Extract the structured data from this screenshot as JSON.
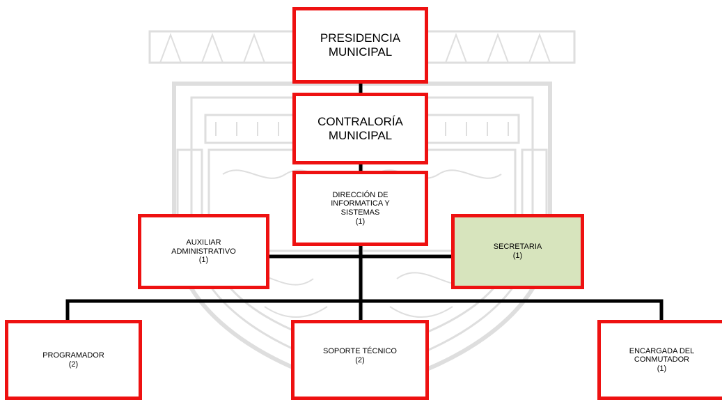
{
  "colors": {
    "border": "#ee1111",
    "highlight": "#d7e4bd",
    "connector": "#000000",
    "watermark": "#b9b9b9"
  },
  "watermark_icon": "coat-of-arms-watermark",
  "nodes": {
    "presidencia": "PRESIDENCIA\nMUNICIPAL",
    "contraloria": "CONTRALORÍA\nMUNICIPAL",
    "direccion": "DIRECCIÓN DE\nINFORMATICA Y\nSISTEMAS\n(1)",
    "auxiliar": "AUXILIAR\nADMINISTRATIVO\n(1)",
    "secretaria": "SECRETARIA\n(1)",
    "programador": "PROGRAMADOR\n(2)",
    "soporte": "SOPORTE TÉCNICO\n(2)",
    "encargada": "ENCARGADA DEL\nCONMUTADOR\n(1)"
  }
}
